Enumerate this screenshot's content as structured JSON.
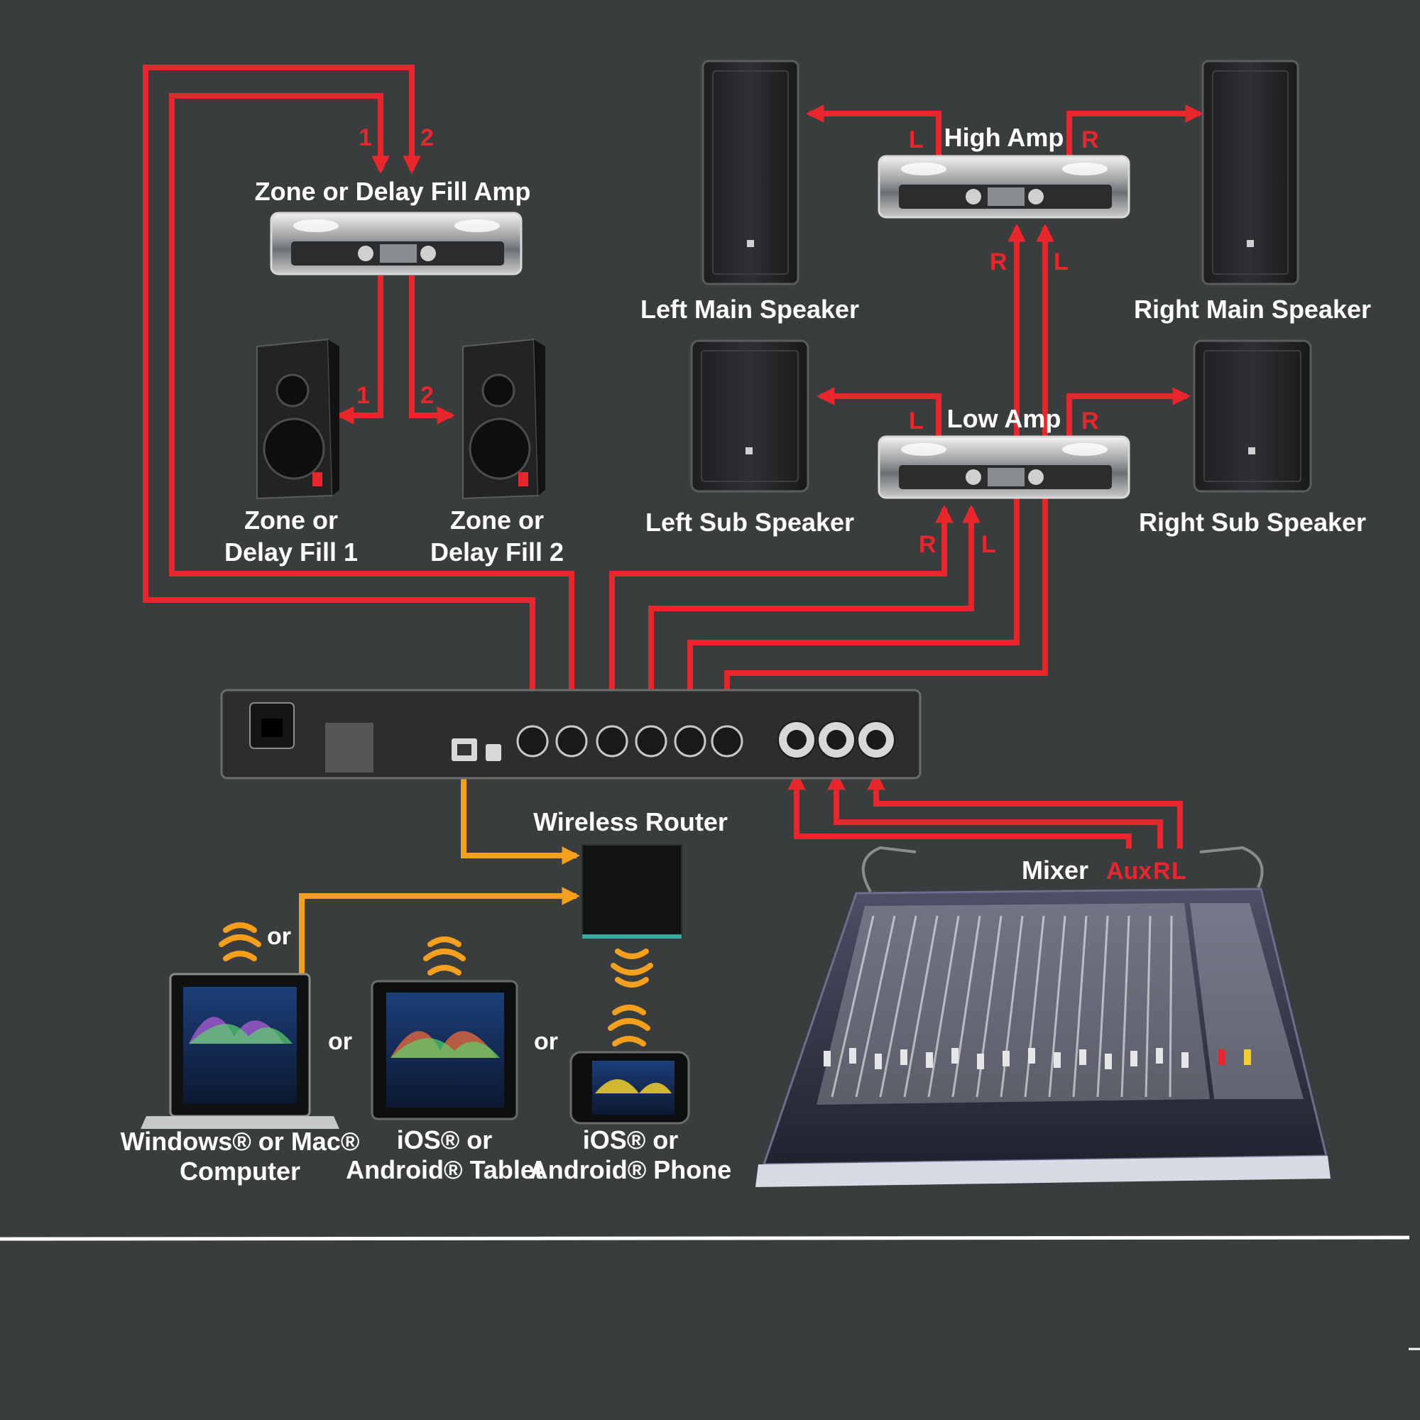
{
  "colors": {
    "background": "#3a3d3e",
    "signal": "#e8262b",
    "network": "#f5a01c",
    "label": "#ffffff",
    "divider": "#ffffff"
  },
  "labels": {
    "zone_amp": "Zone or Delay Fill Amp",
    "fill1_line1": "Zone or",
    "fill1_line2": "Delay Fill 1",
    "fill2_line1": "Zone or",
    "fill2_line2": "Delay Fill 2",
    "high_amp": "High Amp",
    "low_amp": "Low Amp",
    "left_main": "Left Main Speaker",
    "right_main": "Right Main Speaker",
    "left_sub": "Left Sub Speaker",
    "right_sub": "Right Sub Speaker",
    "wireless_router": "Wireless Router",
    "mixer": "Mixer",
    "mixer_aux": "Aux",
    "mixer_r": "R",
    "mixer_l": "L",
    "computer_line1": "Windows® or Mac®",
    "computer_line2": "Computer",
    "tablet_line1": "iOS® or",
    "tablet_line2": "Android® Tablet",
    "phone_line1": "iOS® or",
    "phone_line2": "Android® Phone",
    "or_1": "or",
    "or_2": "or",
    "or_3": "or"
  },
  "channel_tags": {
    "zone_in_1": "1",
    "zone_in_2": "2",
    "zone_out_1": "1",
    "zone_out_2": "2",
    "high_out_l": "L",
    "high_out_r": "R",
    "high_in_r": "R",
    "high_in_l": "L",
    "low_out_l": "L",
    "low_out_r": "R",
    "low_in_r": "R",
    "low_in_l": "L"
  },
  "icons": {
    "speakers": [
      "left-main-speaker-icon",
      "right-main-speaker-icon",
      "left-sub-speaker-icon",
      "right-sub-speaker-icon",
      "zone-fill-speaker-1-icon",
      "zone-fill-speaker-2-icon"
    ],
    "amplifiers": [
      "zone-amp-icon",
      "high-amp-icon",
      "low-amp-icon"
    ],
    "processor": "processor-rack-unit-icon",
    "router": "wireless-router-icon",
    "mixer": "mixing-console-icon",
    "controllers": [
      "laptop-icon",
      "tablet-icon",
      "phone-icon"
    ],
    "wireless": "wifi-waves-icon"
  }
}
